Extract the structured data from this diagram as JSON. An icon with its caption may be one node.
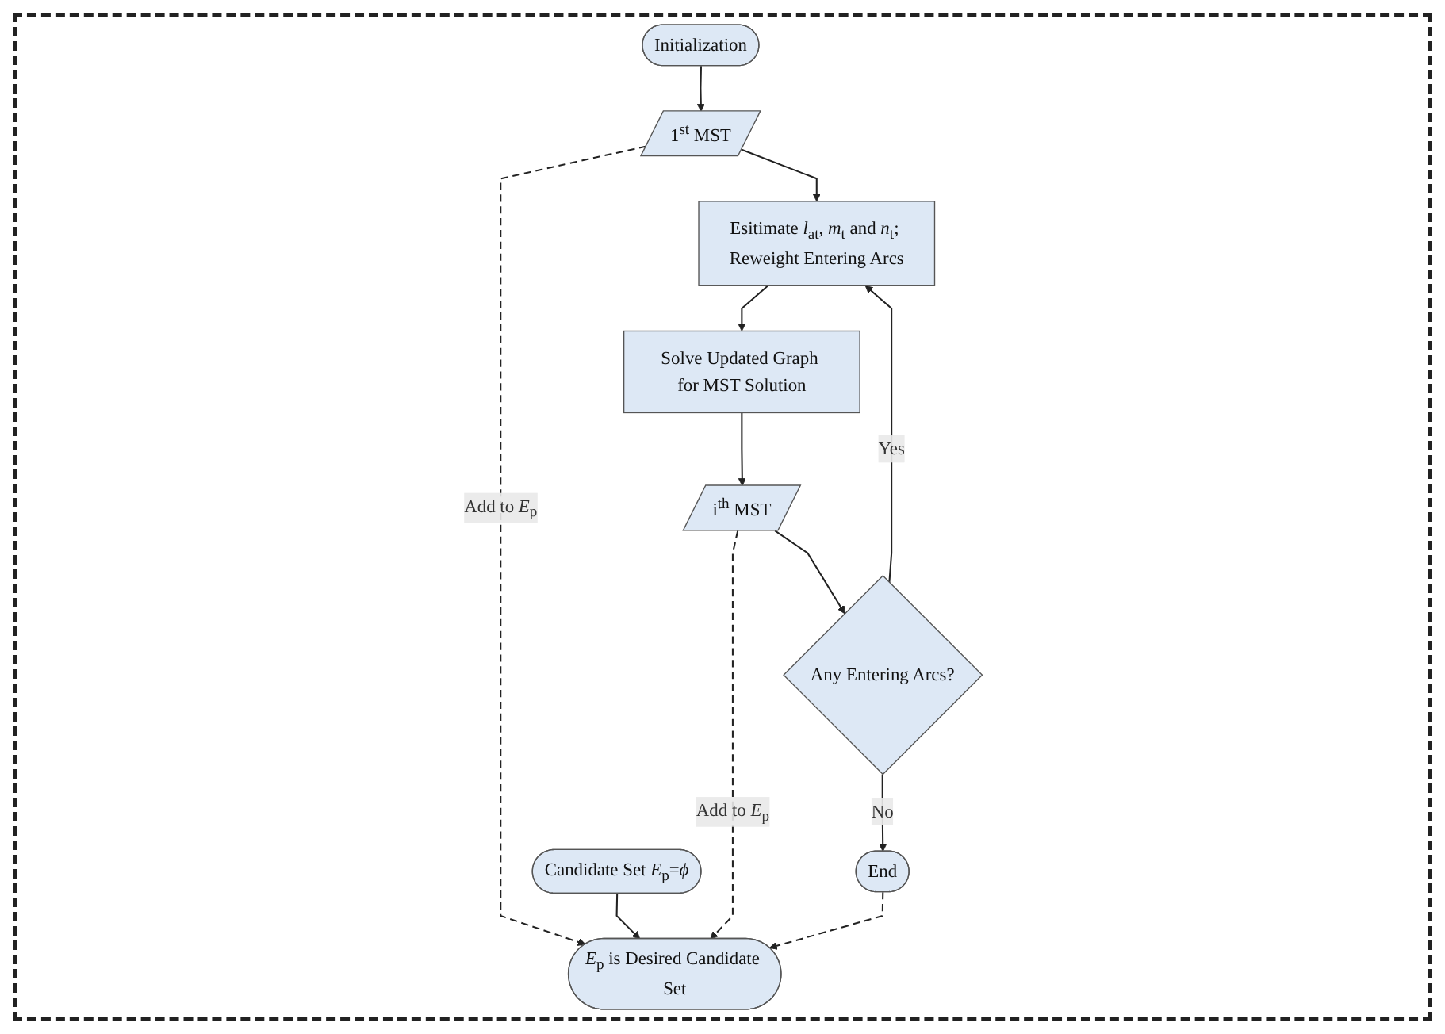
{
  "diagram": {
    "nodes": [
      {
        "text": [
          "Initialization"
        ]
      },
      {
        "text": [
          "1$^{st}$ MST"
        ]
      },
      {
        "text": [
          "Candidate Set *E*$_{p}$=*ϕ*"
        ]
      },
      {
        "text": [
          "Esitimate *l*$_{at}$, *m*$_{t}$ and *n*$_{t}$; Reweight Entering Arcs"
        ]
      },
      {
        "text": [
          "Solve Updated Graph for MST Solution"
        ]
      },
      {
        "text": [
          "i$^{th}$ MST"
        ]
      },
      {
        "text": [
          "Any Entering Arcs?"
        ]
      },
      {
        "text": [
          "End"
        ]
      },
      {
        "text": [
          "*E*$_{p}$ is Desired Candidate Set"
        ]
      }
    ],
    "edges": [
      {
        "from": 0,
        "to": 1,
        "arrow": "to"
      },
      {
        "from": 1,
        "to": 3,
        "arrow": "to"
      },
      {
        "from": 1,
        "to": 8,
        "arrow": "to",
        "label": "Add to *E*$_{p}$",
        "style": "dashed"
      },
      {
        "from": 2,
        "to": 8,
        "arrow": "to"
      },
      {
        "from": 3,
        "to": 4,
        "arrow": "to"
      },
      {
        "from": 4,
        "to": 5,
        "arrow": "to"
      },
      {
        "from": 5,
        "to": 8,
        "arrow": "to",
        "label": "Add to *E*$_{p}$",
        "style": "dashed"
      },
      {
        "from": 5,
        "to": 6,
        "arrow": "to"
      },
      {
        "from": 6,
        "to": 3,
        "arrow": "to",
        "label": "Yes"
      },
      {
        "from": 6,
        "to": 7,
        "arrow": "to",
        "label": "No"
      },
      {
        "from": 7,
        "to": 8,
        "arrow": "to",
        "style": "dashed"
      }
    ]
  }
}
